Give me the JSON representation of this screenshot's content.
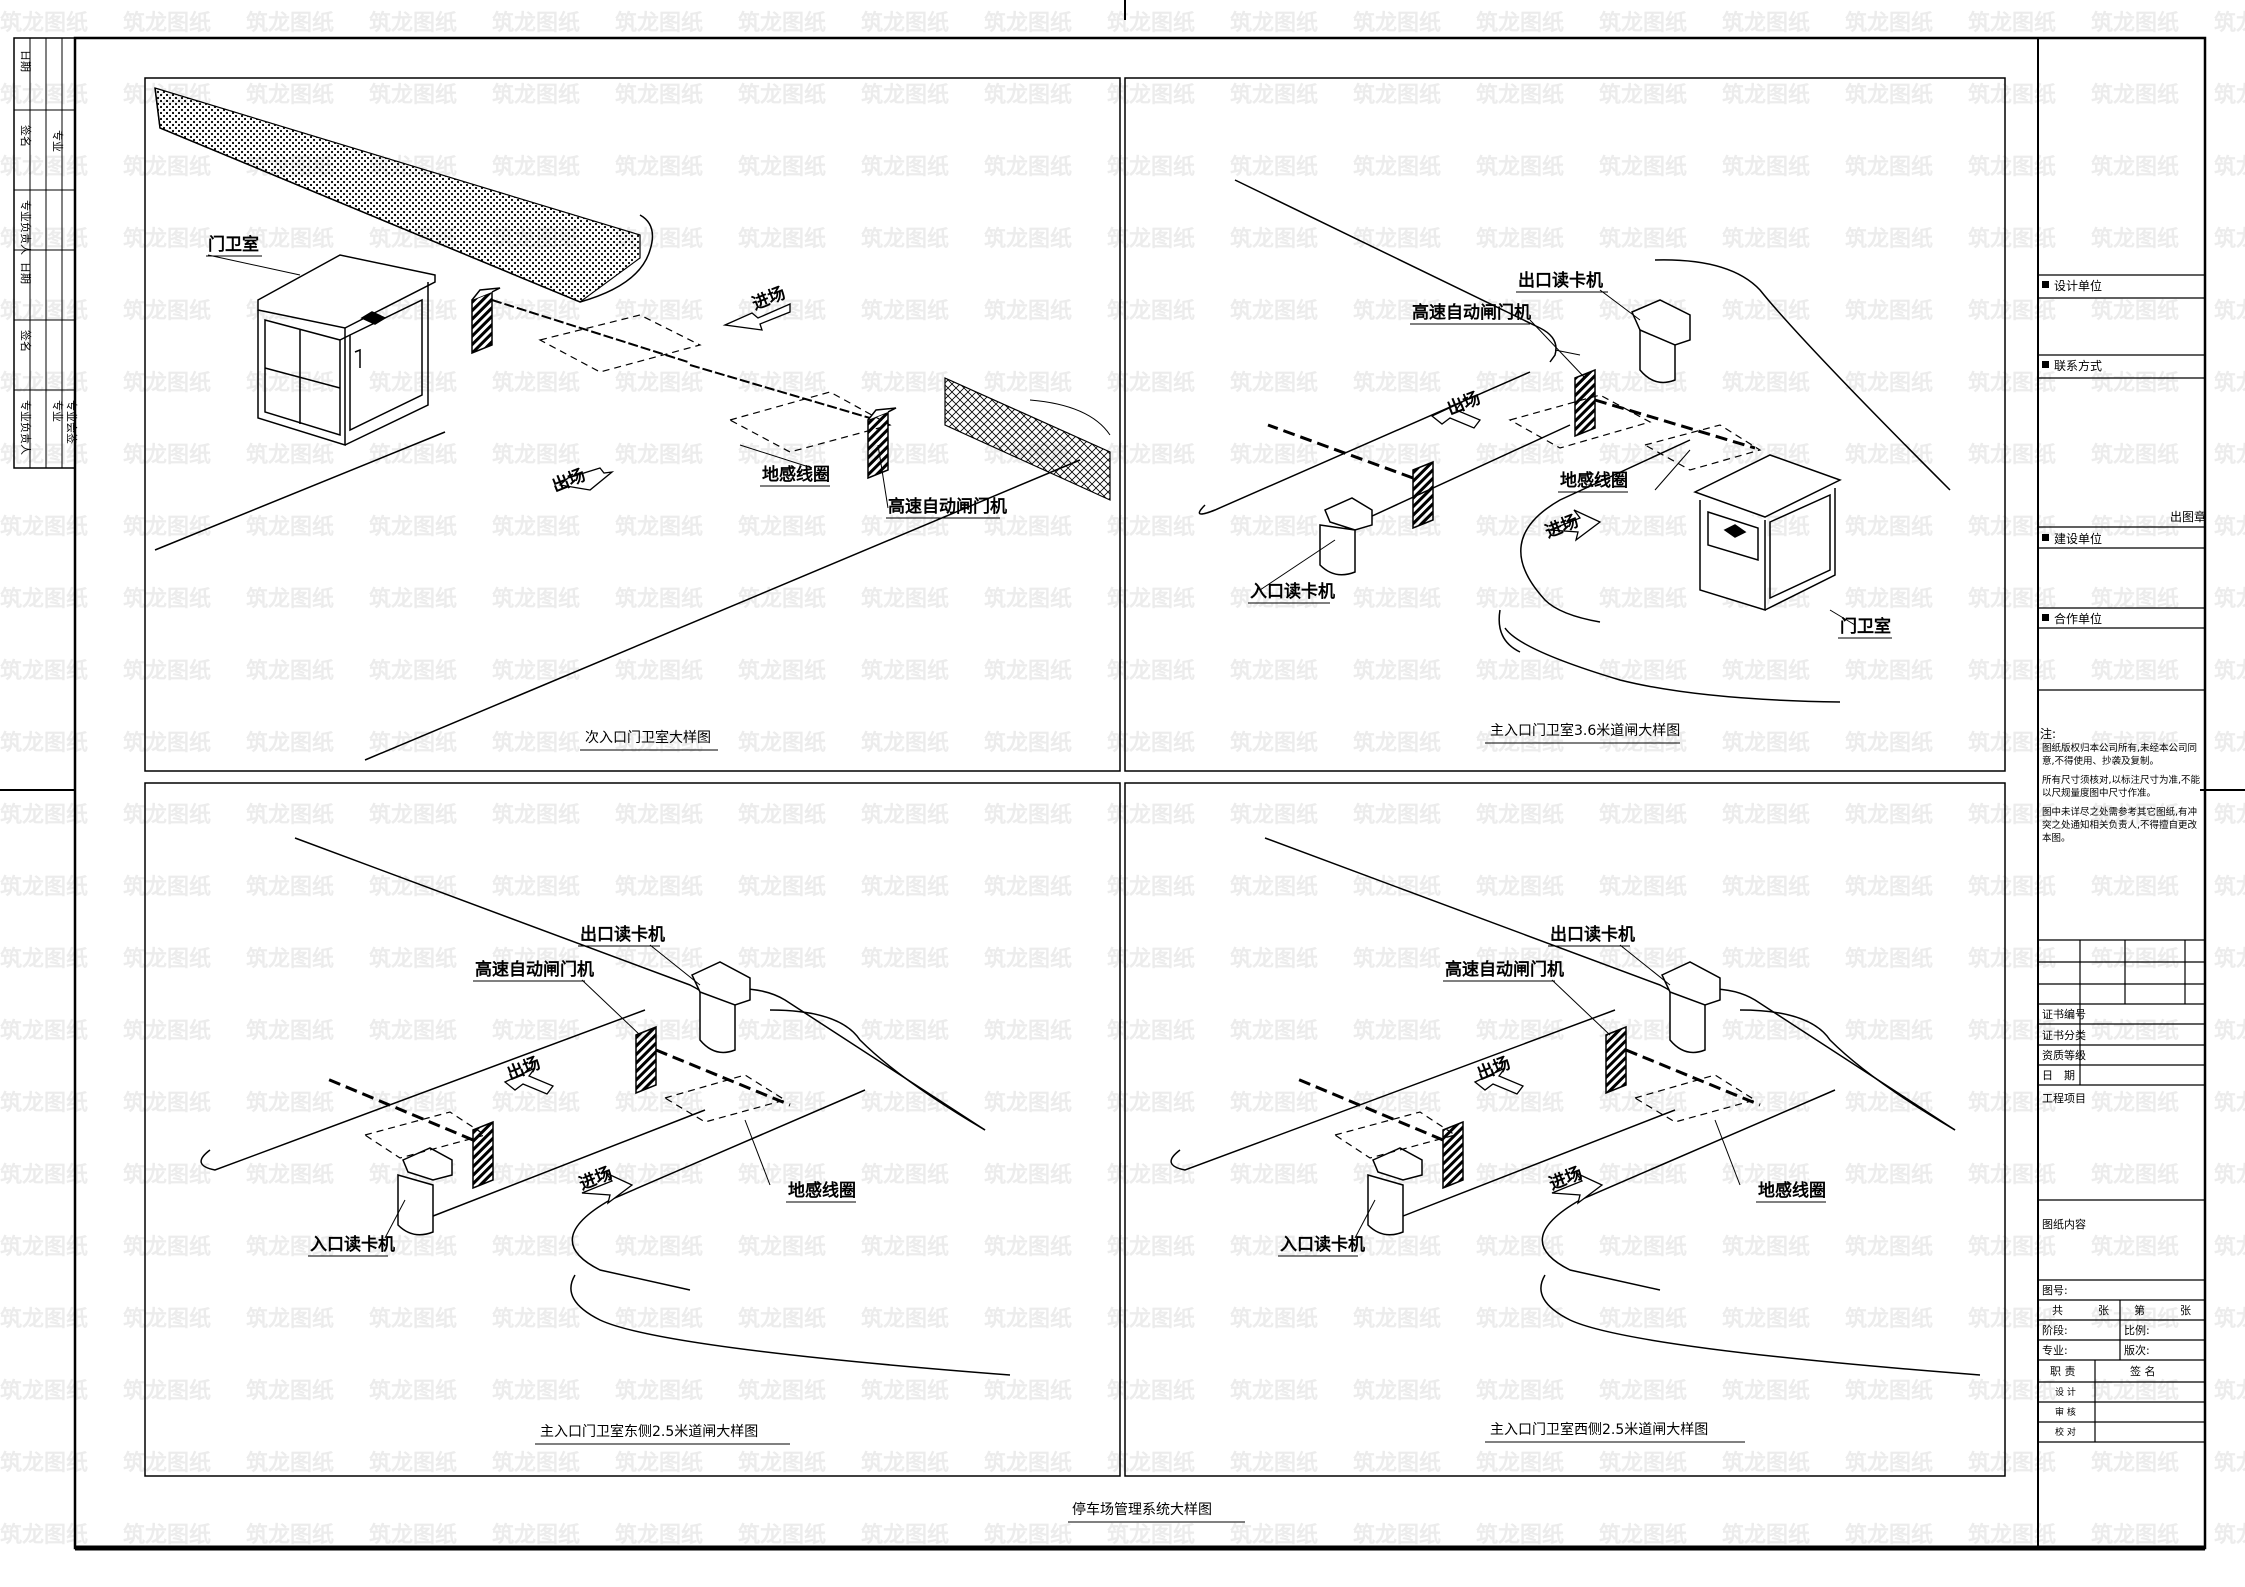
{
  "sheet_title": "停车场管理系统大样图",
  "left_strip": {
    "sections": [
      {
        "rows": [
          "日期",
          "签名",
          "专业负责人",
          "专业"
        ]
      },
      {
        "rows": [
          "日期",
          "签名",
          "专业负责人",
          "专业"
        ]
      }
    ],
    "note_header": "专业会签"
  },
  "views": [
    {
      "caption": "次入口门卫室大样图",
      "labels": {
        "guard": "门卫室",
        "enter": "进场",
        "exit": "出场",
        "loop": "地感线圈",
        "gate": "高速自动闸门机"
      }
    },
    {
      "caption": "主入口门卫室3.6米道闸大样图",
      "labels": {
        "exit_reader": "出口读卡机",
        "gate": "高速自动闸门机",
        "exit": "出场",
        "loop": "地感线圈",
        "enter": "进场",
        "entry_reader": "入口读卡机",
        "guard": "门卫室"
      }
    },
    {
      "caption": "主入口门卫室东侧2.5米道闸大样图",
      "labels": {
        "exit_reader": "出口读卡机",
        "gate": "高速自动闸门机",
        "exit": "出场",
        "enter": "进场",
        "loop": "地感线圈",
        "entry_reader": "入口读卡机"
      }
    },
    {
      "caption": "主入口门卫室西侧2.5米道闸大样图",
      "labels": {
        "exit_reader": "出口读卡机",
        "gate": "高速自动闸门机",
        "exit": "出场",
        "enter": "进场",
        "loop": "地感线圈",
        "entry_reader": "入口读卡机"
      }
    }
  ],
  "title_block": {
    "design_unit": "设计单位",
    "contact": "联系方式",
    "stamp": "出图章",
    "build_unit": "建设单位",
    "partner": "合作单位",
    "notes_title": "注:",
    "notes": [
      "图纸版权归本公司所有,未经本公司同意,不得使用、抄袭及复制。",
      "所有尺寸须核对,以标注尺寸为准,不能以尺规量度图中尺寸作准。",
      "图中未详尽之处需参考其它图纸,有冲突之处通知相关负责人,不得擅自更改本图。"
    ],
    "cert_no": "证书编号",
    "cert_class": "证书分类",
    "qual_grade": "资质等级",
    "date": "日　期",
    "project": "工程项目",
    "content": "图纸内容",
    "drawing_no": "图号:",
    "total": "共",
    "sheets": "张",
    "seq": "第",
    "sheet_unit": "张",
    "phase": "阶段:",
    "scale": "比例:",
    "discipline": "专业:",
    "version": "版次:",
    "role": "职 责",
    "sign": "签 名",
    "design": "设 计",
    "review": "审 核",
    "check": "校 对"
  },
  "watermark": "筑龙图纸"
}
